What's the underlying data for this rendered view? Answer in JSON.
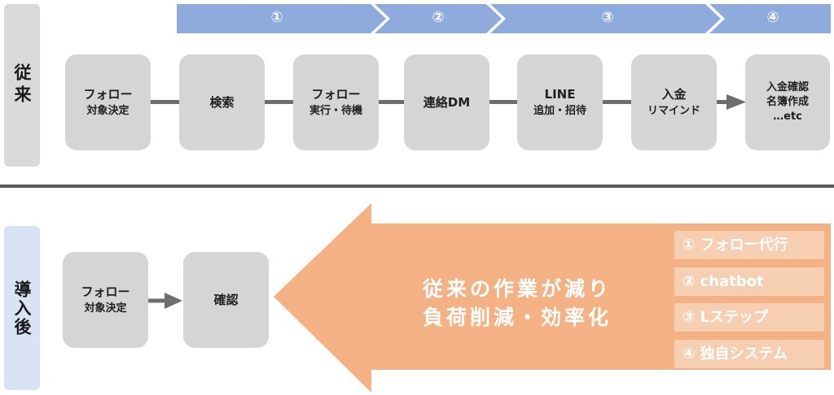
{
  "colors": {
    "step_band": "#8faadc",
    "box": "#d5d5d5",
    "connector": "#6e6e6e",
    "big_arrow": "#f4b183",
    "tool_bg": "#f6cfb3",
    "before_label": "#d9d9d9",
    "after_label": "#dae3f3"
  },
  "before": {
    "label": "従来",
    "steps": [
      {
        "num": "①"
      },
      {
        "num": "②"
      },
      {
        "num": "③"
      },
      {
        "num": "④"
      }
    ],
    "boxes": [
      {
        "line1": "フォロー",
        "line2": "対象決定"
      },
      {
        "line1": "検索"
      },
      {
        "line1": "フォロー",
        "line2": "実行・待機"
      },
      {
        "line1": "連絡DM"
      },
      {
        "line1": "LINE",
        "line2": "追加・招待"
      },
      {
        "line1": "入金",
        "line2": "リマインド"
      },
      {
        "line1": "入金確認",
        "line2": "名簿作成",
        "line3": "…etc"
      }
    ]
  },
  "after": {
    "label": "導入後",
    "boxes": [
      {
        "line1": "フォロー",
        "line2": "対象決定"
      },
      {
        "line1": "確認"
      }
    ],
    "message": {
      "line1": "従来の作業が減り",
      "line2": "負荷削減・効率化"
    },
    "tools": [
      "① フォロー代行",
      "② chatbot",
      "③ Lステップ",
      "④ 独自システム"
    ]
  }
}
